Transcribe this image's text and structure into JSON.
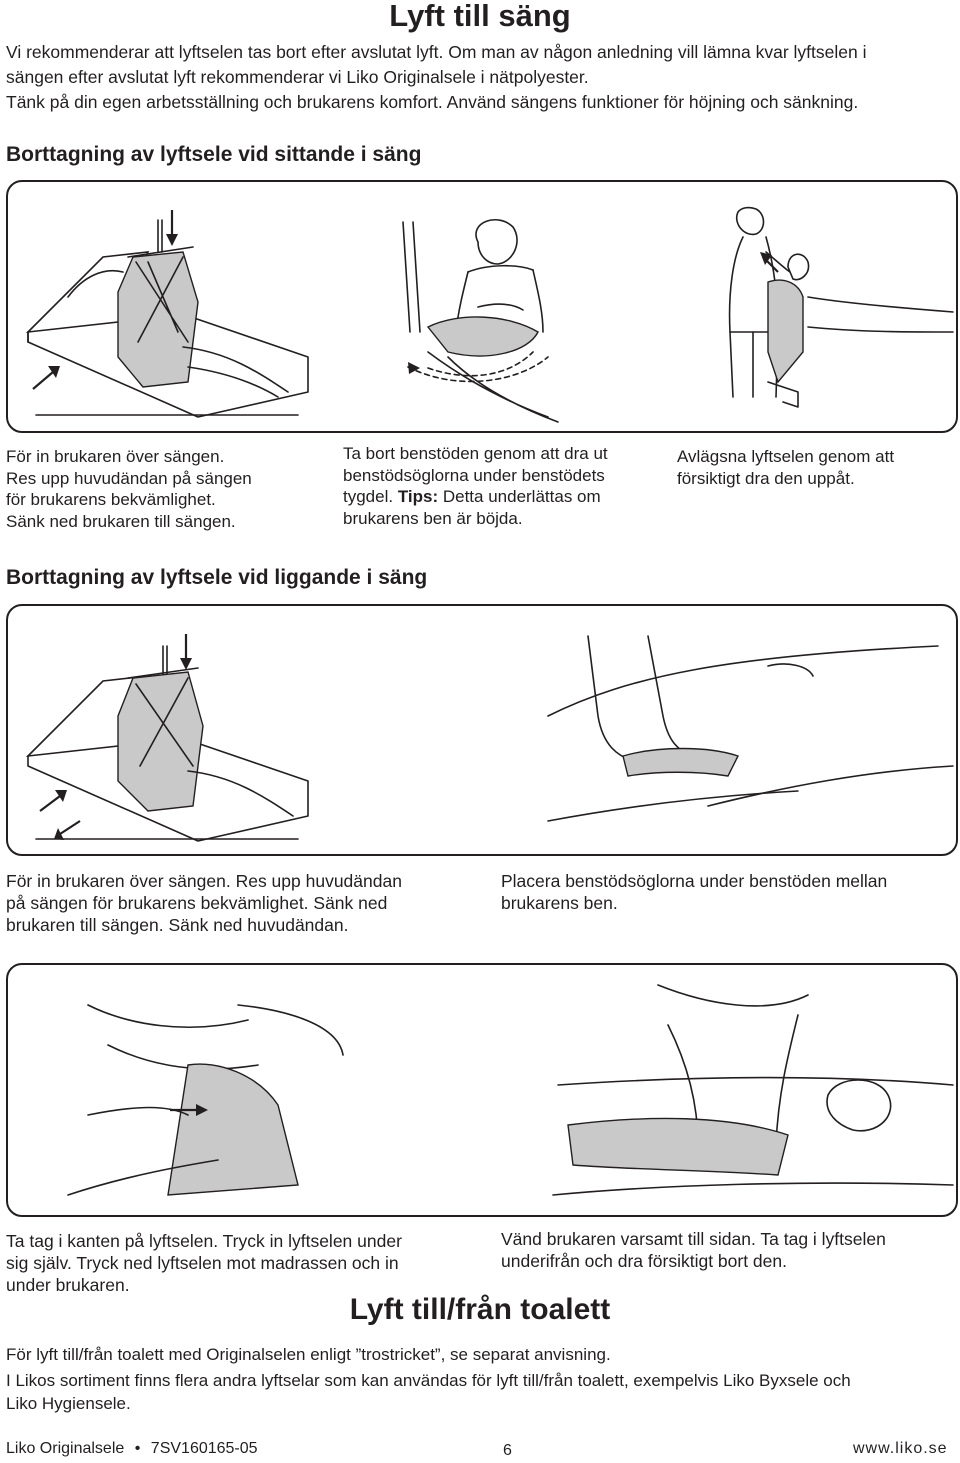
{
  "page_title": "Lyft till säng",
  "intro": {
    "line1": "Vi rekommenderar att lyftselen tas bort efter avslutat lyft. Om man av någon anledning vill lämna kvar lyftselen i",
    "line2": "sängen efter avslutat lyft rekommenderar vi Liko Originalsele i nätpolyester.",
    "line3": "Tänk på din egen arbetsställning och brukarens komfort. Använd sängens funktioner för höjning och sänkning."
  },
  "section_sitting": {
    "heading": "Borttagning av lyftsele vid sittande i säng",
    "captions": [
      {
        "l1": "För in brukaren över sängen.",
        "l2": "Res upp huvudändan på sängen",
        "l3": "för brukarens bekvämlighet.",
        "l4": "Sänk ned brukaren till sängen."
      },
      {
        "l1": "Ta bort benstöden genom att dra ut",
        "l2": "benstödsöglorna under benstödets",
        "l3a": "tygdel. ",
        "tips": "Tips:",
        "l3b": " Detta underlättas om",
        "l4": "brukarens ben är böjda."
      },
      {
        "l1": "Avlägsna lyftselen genom att",
        "l2": "försiktigt dra den uppåt."
      }
    ]
  },
  "section_lying": {
    "heading": "Borttagning av lyftsele vid liggande i säng",
    "captions": [
      {
        "l1": "För in brukaren över sängen. Res upp huvudändan",
        "l2": "på sängen för brukarens bekvämlighet. Sänk ned",
        "l3": "brukaren till sängen. Sänk ned huvudändan."
      },
      {
        "l1": "Placera benstödsöglorna under benstöden mellan",
        "l2": "brukarens ben."
      }
    ]
  },
  "section_turn": {
    "captions": [
      {
        "l1": "Ta tag i kanten på lyftselen. Tryck in lyftselen under",
        "l2": "sig själv. Tryck ned lyftselen mot madrassen och in",
        "l3": "under brukaren."
      },
      {
        "l1": "Vänd brukaren varsamt till sidan. Ta tag i lyftselen",
        "l2": "underifrån och dra försiktigt bort den."
      }
    ]
  },
  "toilet": {
    "heading": "Lyft till/från toalett",
    "p1": "För lyft till/från toalett med Originalselen enligt ”trostricket”, se separat anvisning.",
    "p2a": "I Likos sortiment finns flera andra lyftselar som kan användas för lyft till/från toalett, exempelvis Liko Byxsele och",
    "p2b": "Liko Hygiensele."
  },
  "footer": {
    "product": "Liko Originalsele",
    "bullet": "•",
    "code": "7SV160165-05",
    "page": "6",
    "website": "www.liko.se"
  },
  "illustrations": {
    "panel1": "sling-lowering-into-bed-icon",
    "panel2": "lying-bed-illustration-icon",
    "panel3": "turning-patient-illustration-icon"
  }
}
